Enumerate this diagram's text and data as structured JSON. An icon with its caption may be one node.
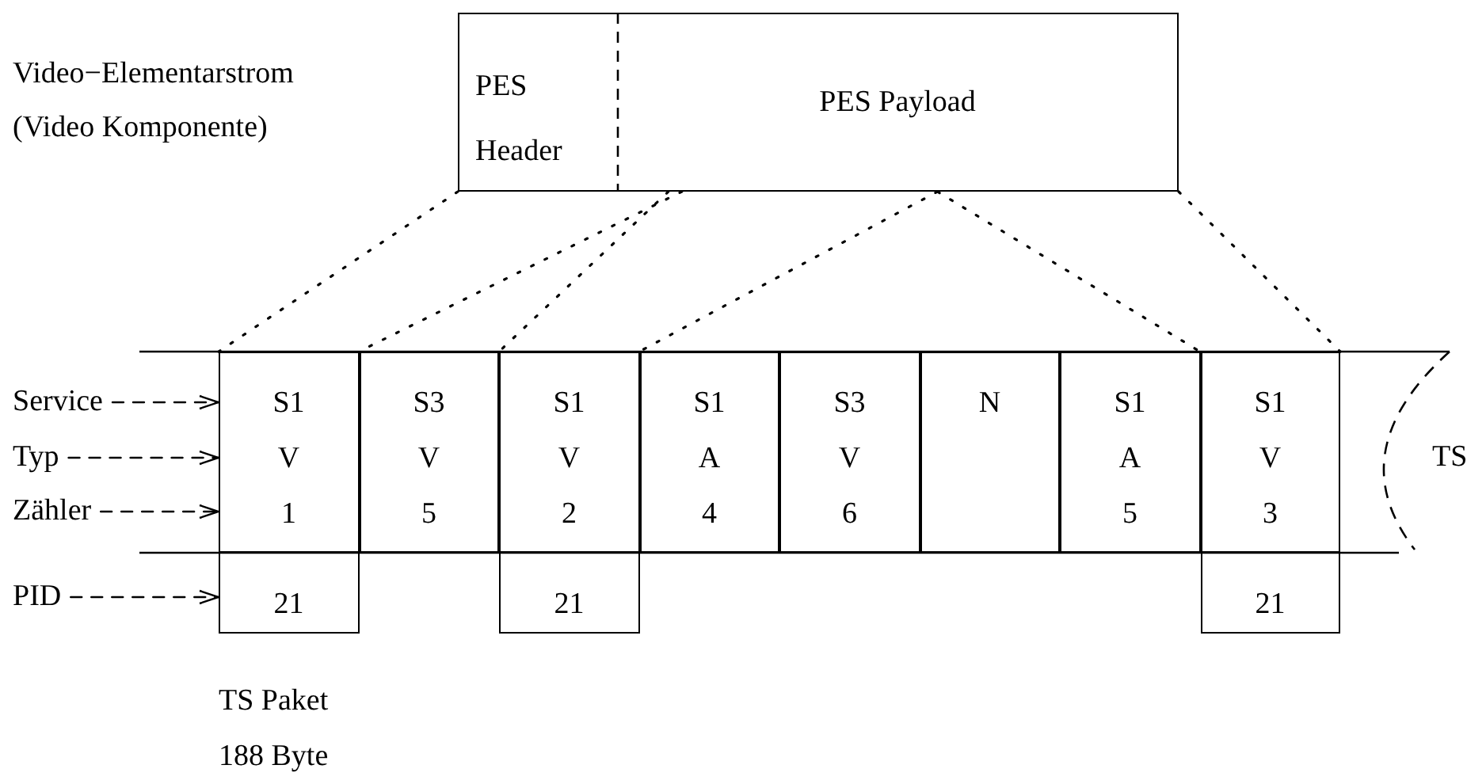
{
  "diagram": {
    "nodes": [
      {
        "text": [
          "PES Header"
        ]
      },
      {
        "text": [
          "PES Payload"
        ]
      },
      {
        "text": [
          "Service"
        ]
      },
      {
        "text": [
          "Typ"
        ]
      },
      {
        "text": [
          "Zähler"
        ]
      },
      {
        "text": [
          "S1",
          "V",
          "1"
        ]
      },
      {
        "text": [
          "S3",
          "V",
          "5"
        ]
      },
      {
        "text": [
          "S1",
          "V",
          "2"
        ]
      },
      {
        "text": [
          "S1",
          "A",
          "4"
        ]
      },
      {
        "text": [
          "S3",
          "V",
          "6"
        ]
      },
      {
        "text": [
          "N"
        ]
      },
      {
        "text": [
          "S1",
          "A",
          "5"
        ]
      },
      {
        "text": [
          "S1",
          "V",
          "3"
        ]
      },
      {
        "text": [
          "PID"
        ]
      },
      {
        "text": [
          "21"
        ]
      },
      {
        "text": [
          "21"
        ]
      },
      {
        "text": [
          "21"
        ]
      }
    ],
    "edges": [
      {
        "from": 0,
        "to": 5,
        "arrow": "none",
        "style": "dashed"
      },
      {
        "from": 1,
        "to": 5,
        "arrow": "none",
        "style": "dashed"
      },
      {
        "from": 1,
        "to": 7,
        "arrow": "none",
        "style": "dashed"
      },
      {
        "from": 1,
        "to": 7,
        "arrow": "none",
        "style": "dashed"
      },
      {
        "from": 1,
        "to": 12,
        "arrow": "none",
        "style": "dashed"
      },
      {
        "from": 1,
        "to": 12,
        "arrow": "none",
        "style": "dashed"
      },
      {
        "from": 2,
        "to": 5,
        "arrow": "to",
        "style": "dashed"
      },
      {
        "from": 3,
        "to": 5,
        "arrow": "to",
        "style": "dashed"
      },
      {
        "from": 4,
        "to": 5,
        "arrow": "to",
        "style": "dashed"
      },
      {
        "from": 13,
        "to": 14,
        "arrow": "to",
        "style": "dashed"
      }
    ],
    "labels": [
      "Video−Elementarstrom",
      "(Video Komponente)",
      "TS",
      "TS Paket 188 Byte"
    ]
  }
}
